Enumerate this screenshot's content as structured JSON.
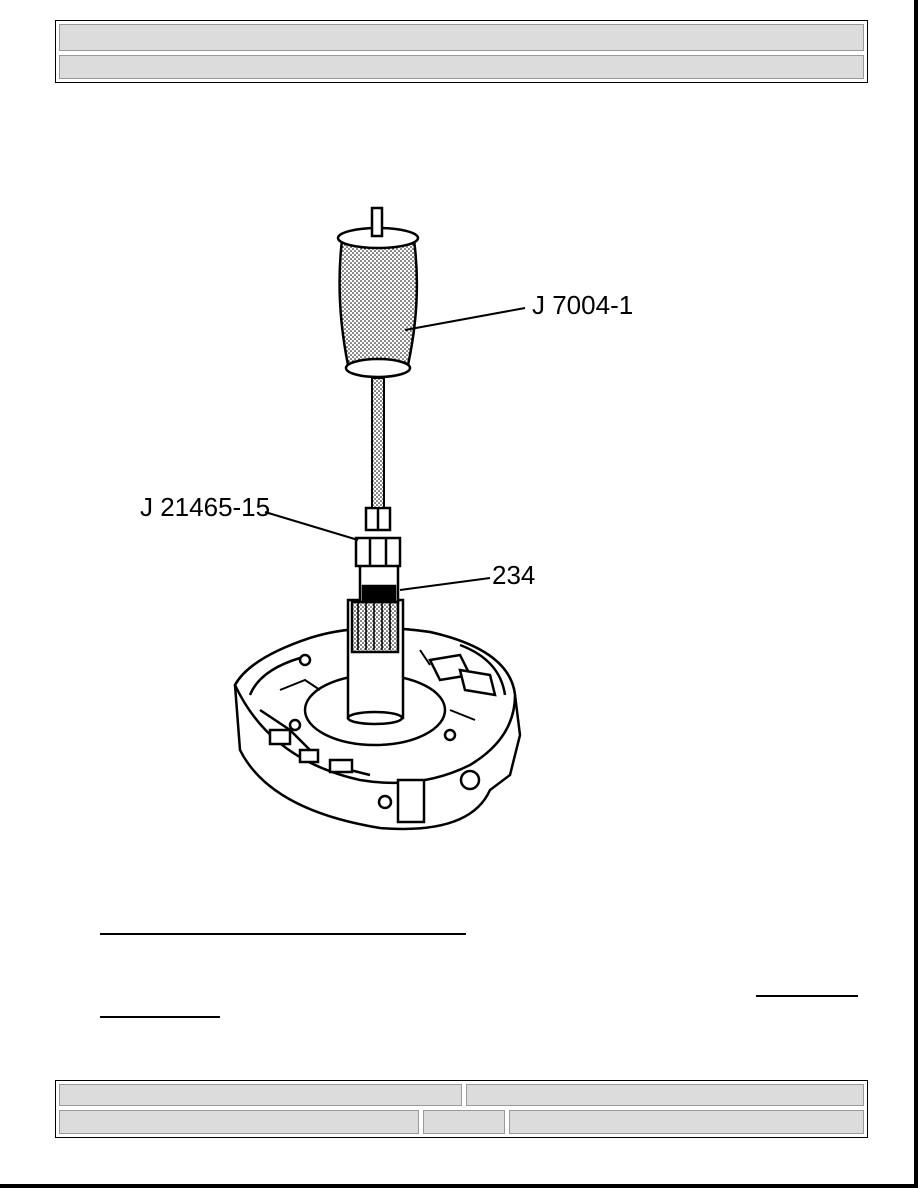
{
  "header": {
    "row1": "",
    "row2": ""
  },
  "figure": {
    "callouts": {
      "handle": "J 7004-1",
      "adapter": "J 21465-15",
      "part": "234"
    }
  },
  "footer": {
    "row1_left": "",
    "row1_right": "",
    "row2_left": "",
    "row2_middle": "",
    "row2_right": ""
  }
}
